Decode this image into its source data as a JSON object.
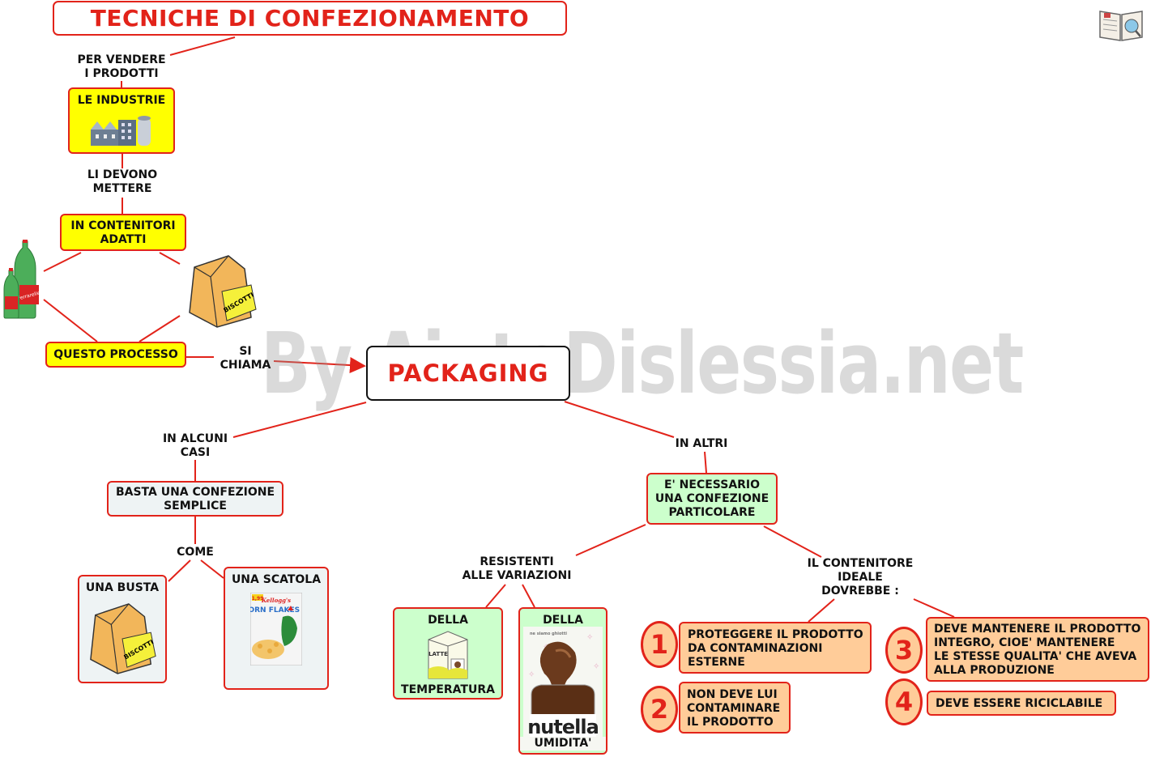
{
  "title": "TECNICHE DI CONFEZIONAMENTO",
  "center": "PACKAGING",
  "watermark": "By AiutoDislessia.net",
  "labels": {
    "per_vendere": "PER VENDERE\nI PRODOTTI",
    "li_devono": "LI DEVONO\nMETTERE",
    "si_chiama": "SI\nCHIAMA",
    "in_alcuni": "IN ALCUNI\nCASI",
    "come": "COME",
    "in_altri": "IN ALTRI",
    "resistenti": "RESISTENTI\nALLE VARIAZIONI",
    "contenitore": "IL CONTENITORE\nIDEALE\nDOVREBBE :"
  },
  "nodes": {
    "industrie": "LE INDUSTRIE",
    "contenitori": "IN CONTENITORI\nADATTI",
    "processo": "QUESTO PROCESSO",
    "semplice": "BASTA UNA CONFEZIONE\nSEMPLICE",
    "particolare": "E' NECESSARIO\nUNA CONFEZIONE\nPARTICOLARE",
    "busta": "UNA BUSTA",
    "scatola": "UNA SCATOLA",
    "temp_top": "DELLA",
    "temp_bottom": "TEMPERATURA",
    "umid_top": "DELLA",
    "umid_bottom": "UMIDITA'"
  },
  "requirements": [
    {
      "num": "1",
      "text": "PROTEGGERE IL PRODOTTO\nDA CONTAMINAZIONI\nESTERNE"
    },
    {
      "num": "2",
      "text": "NON DEVE LUI\nCONTAMINARE\nIL PRODOTTO"
    },
    {
      "num": "3",
      "text": "DEVE MANTENERE IL PRODOTTO\nINTEGRO, CIOE' MANTENERE\nLE STESSE QUALITA' CHE AVEVA\nALLA PRODUZIONE"
    },
    {
      "num": "4",
      "text": "DEVE ESSERE RICICLABILE"
    }
  ],
  "image_text": {
    "biscotti": "BISCOTTI",
    "latte": "LATTE",
    "nutella": "nutella",
    "cornflakes": "CORN\nFLAKES",
    "ferrarelle": "Ferrarelle"
  },
  "icons": [
    "book-icon",
    "factory-icon",
    "water-bottles-icon",
    "biscuit-bag-icon",
    "cereal-box-icon",
    "milk-carton-icon",
    "nutella-jar-icon"
  ],
  "colors": {
    "line": "#e2231a",
    "yellow": "#ffff00",
    "green": "#ccffcc",
    "orange": "#ffcc99",
    "grey": "#eef3f4"
  }
}
